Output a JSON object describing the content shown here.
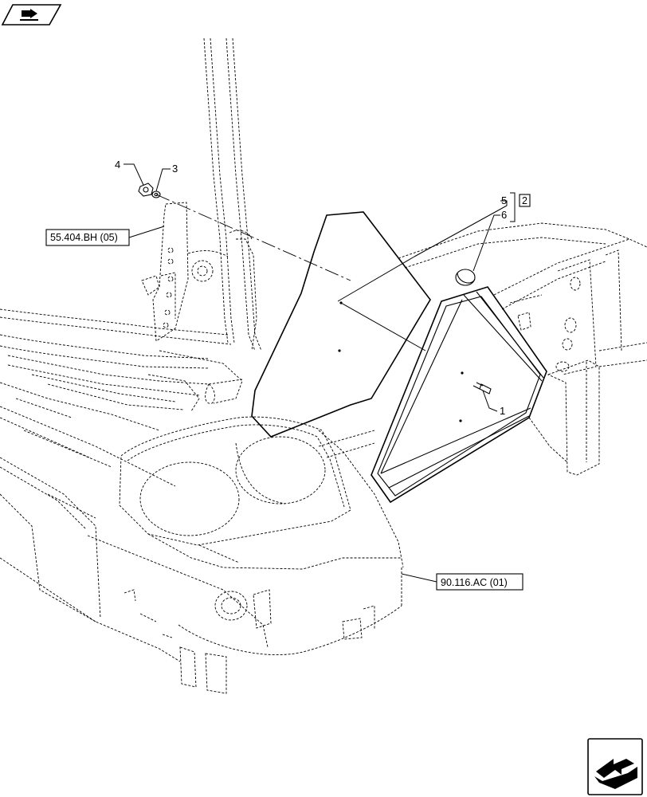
{
  "callouts": {
    "item_1": "1",
    "item_3": "3",
    "item_4": "4",
    "item_5": "5",
    "item_6": "6",
    "qty_2": "2"
  },
  "references": {
    "ref_55404": "55.404.BH (05)",
    "ref_90116": "90.116.AC (01)"
  },
  "icons": {
    "top_left": "book-arrow-icon",
    "bottom_right": "next-page-arrow-icon"
  },
  "colors": {
    "line": "#000000",
    "background": "#ffffff"
  }
}
